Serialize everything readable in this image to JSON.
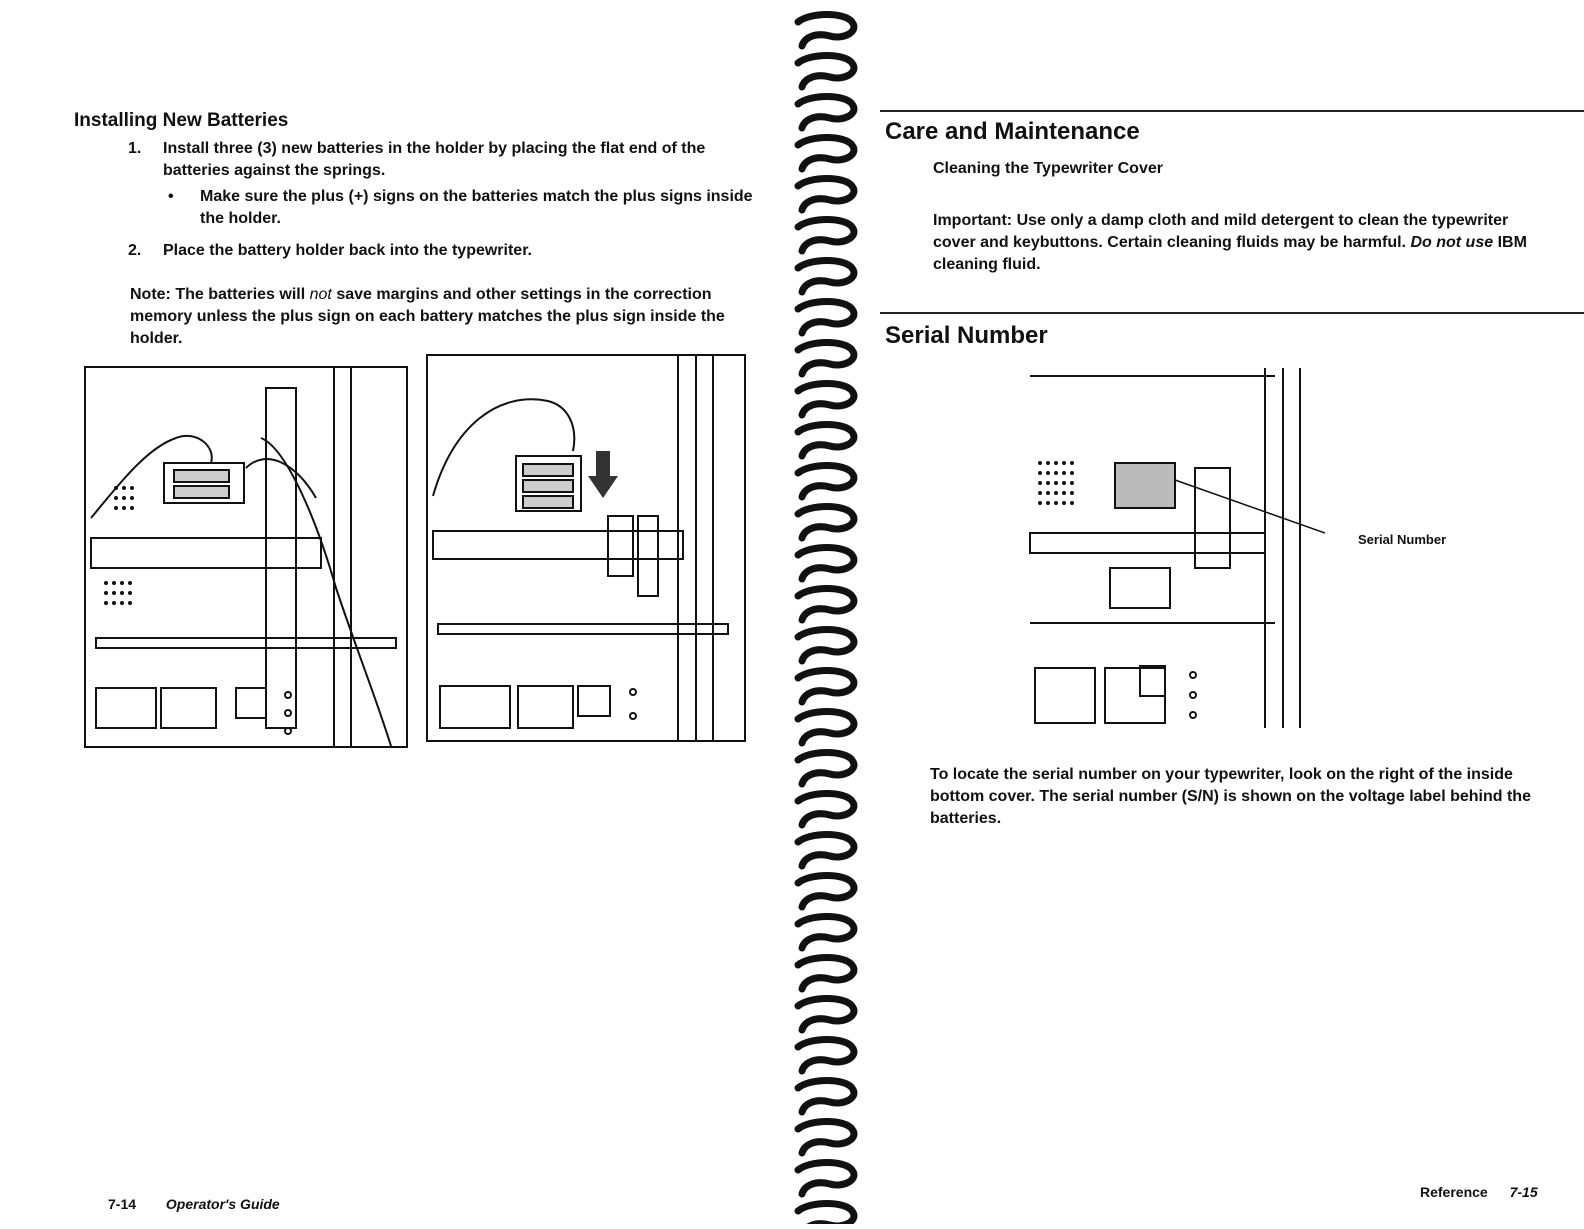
{
  "left_page": {
    "heading": "Installing New Batteries",
    "steps": [
      {
        "num": "1.",
        "text": "Install three (3) new batteries in the holder by placing the flat end of the batteries against the springs."
      },
      {
        "bullet": "•",
        "text": "Make sure the plus (+) signs on the batteries match the plus signs inside the holder."
      },
      {
        "num": "2.",
        "text": "Place the battery holder back into the typewriter."
      }
    ],
    "note": {
      "label": "Note:",
      "pre": "The batteries will",
      "emph": "not",
      "post": "save margins and other settings in the correction memory unless the plus sign on each battery matches the plus sign inside the holder."
    },
    "footer": {
      "page": "7-14",
      "title": "Operator's Guide"
    }
  },
  "right_page": {
    "section1": {
      "heading": "Care and Maintenance",
      "subheading": "Cleaning the Typewriter Cover",
      "important_label": "Important:",
      "important_text": "Use only a damp cloth and mild detergent to clean the typewriter cover and keybuttons. Certain cleaning fluids may be harmful.",
      "emph": "Do not use",
      "post": "IBM cleaning fluid."
    },
    "section2": {
      "heading": "Serial Number",
      "callout": "Serial Number",
      "body": "To locate the serial number on your typewriter, look on the right of the inside bottom cover. The serial number (S/N) is shown on the voltage label behind the batteries."
    },
    "footer": {
      "title": "Reference",
      "page": "7-15"
    }
  }
}
